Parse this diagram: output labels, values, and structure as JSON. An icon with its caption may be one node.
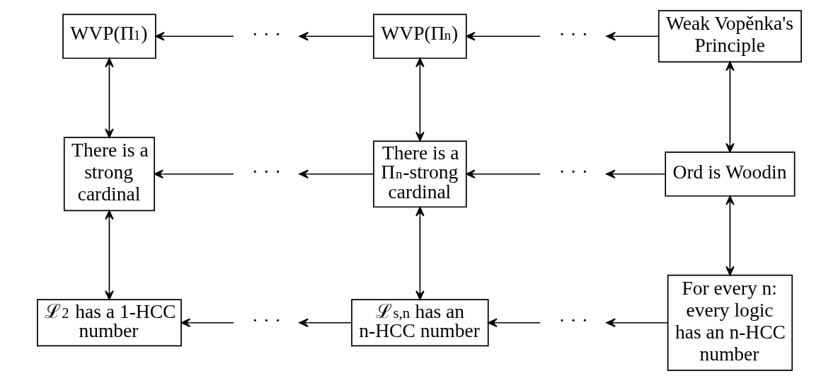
{
  "diagram": {
    "nodes": [
      {
        "text": [
          "WVP(Π$_{1}$)"
        ]
      },
      {
        "text": [
          "· · ·"
        ]
      },
      {
        "text": [
          "WVP(Π$_{n}$)"
        ]
      },
      {
        "text": [
          "· · ·"
        ]
      },
      {
        "text": [
          "Weak Vopěnka's Principle"
        ]
      },
      {
        "text": [
          "There is a strong cardinal"
        ]
      },
      {
        "text": [
          "· · ·"
        ]
      },
      {
        "text": [
          "There is a Π$_{n}$-strong cardinal"
        ]
      },
      {
        "text": [
          "· · ·"
        ]
      },
      {
        "text": [
          "Ord is Woodin"
        ]
      },
      {
        "text": [
          "ℒ$^{2}$ has a 1-HCC number"
        ]
      },
      {
        "text": [
          "· · ·"
        ]
      },
      {
        "text": [
          "ℒ$^{s,n}$ has an n-HCC number"
        ]
      },
      {
        "text": [
          "· · ·"
        ]
      },
      {
        "text": [
          "For every n: every logic has an n-HCC number"
        ]
      }
    ],
    "edges": [
      {
        "from": 2,
        "to": 1,
        "arrow": "to"
      },
      {
        "from": 1,
        "to": 0,
        "arrow": "to"
      },
      {
        "from": 4,
        "to": 3,
        "arrow": "to"
      },
      {
        "from": 3,
        "to": 2,
        "arrow": "to"
      },
      {
        "from": 7,
        "to": 6,
        "arrow": "to"
      },
      {
        "from": 6,
        "to": 5,
        "arrow": "to"
      },
      {
        "from": 9,
        "to": 8,
        "arrow": "to"
      },
      {
        "from": 8,
        "to": 7,
        "arrow": "to"
      },
      {
        "from": 12,
        "to": 11,
        "arrow": "to"
      },
      {
        "from": 11,
        "to": 10,
        "arrow": "to"
      },
      {
        "from": 14,
        "to": 13,
        "arrow": "to"
      },
      {
        "from": 13,
        "to": 12,
        "arrow": "to"
      },
      {
        "from": 0,
        "to": 5,
        "arrow": "both"
      },
      {
        "from": 5,
        "to": 10,
        "arrow": "both"
      },
      {
        "from": 2,
        "to": 7,
        "arrow": "both"
      },
      {
        "from": 7,
        "to": 12,
        "arrow": "both"
      },
      {
        "from": 4,
        "to": 9,
        "arrow": "both"
      },
      {
        "from": 9,
        "to": 14,
        "arrow": "both"
      }
    ]
  }
}
